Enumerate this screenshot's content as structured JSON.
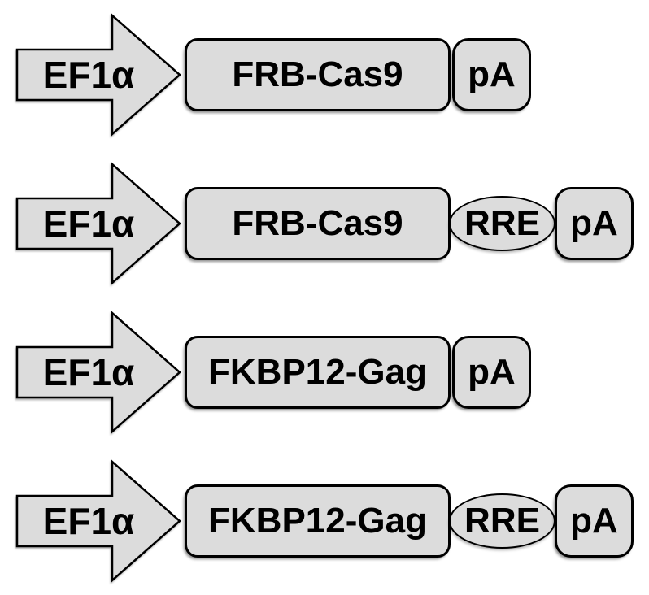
{
  "colors": {
    "background": "#ffffff",
    "shape_fill": "#dcdcdc",
    "shape_stroke": "#000000",
    "text": "#000000"
  },
  "constructs": [
    {
      "promoter": "EF1α",
      "gene": "FRB-Cas9",
      "polyA": "pA"
    },
    {
      "promoter": "EF1α",
      "gene": "FRB-Cas9",
      "rre": "RRE",
      "polyA": "pA"
    },
    {
      "promoter": "EF1α",
      "gene": "FKBP12-Gag",
      "polyA": "pA"
    },
    {
      "promoter": "EF1α",
      "gene": "FKBP12-Gag",
      "rre": "RRE",
      "polyA": "pA"
    }
  ]
}
